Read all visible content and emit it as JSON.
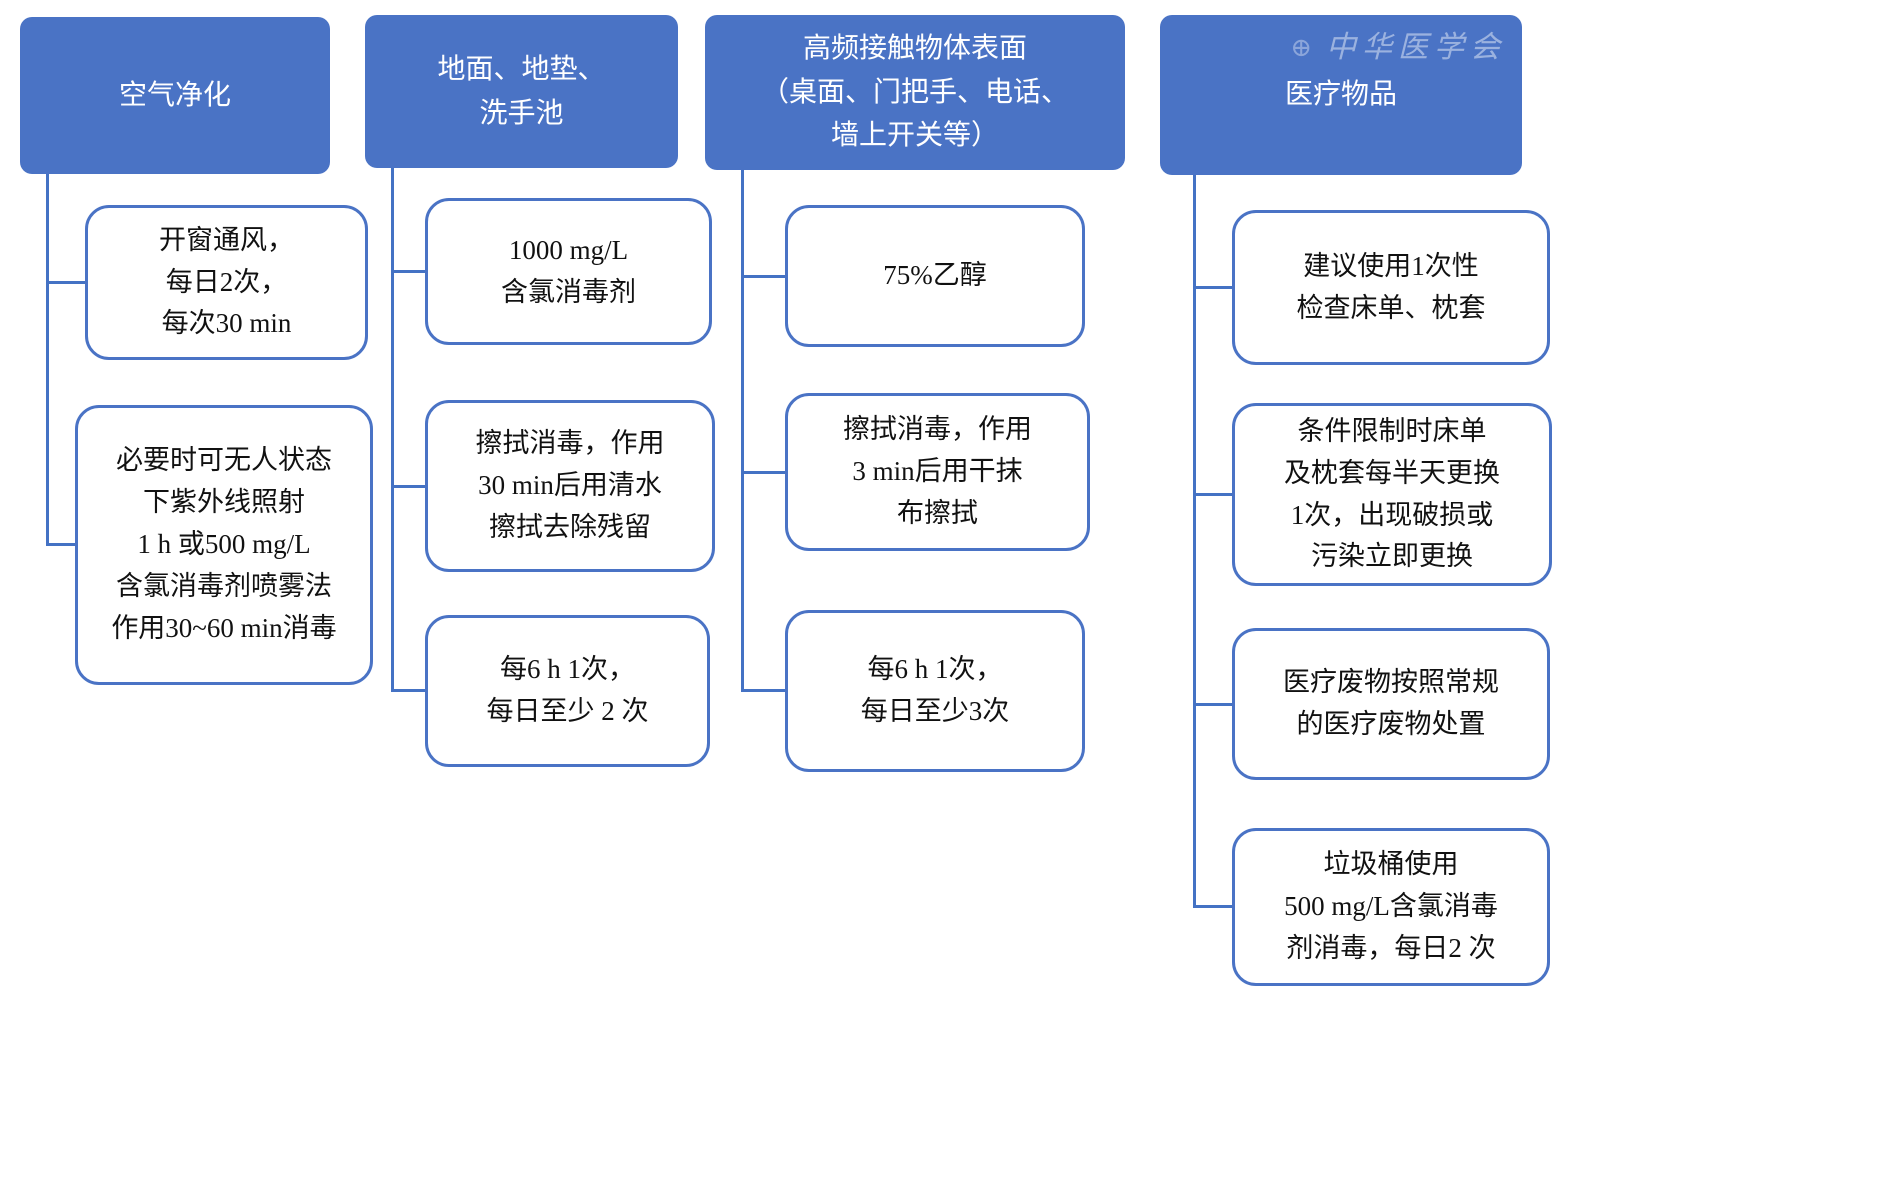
{
  "diagram": {
    "watermark": "中华医学会",
    "colors": {
      "header_bg": "#4a73c5",
      "box_border": "#4a73c5",
      "line": "#4472c4",
      "header_text": "#ffffff",
      "body_text": "#111111"
    },
    "columns": [
      {
        "header": "空气净化",
        "items": [
          "开窗通风，\n每日2次，\n每次30 min",
          "必要时可无人状态\n下紫外线照射\n1 h 或500 mg/L\n含氯消毒剂喷雾法\n作用30~60 min消毒"
        ]
      },
      {
        "header": "地面、地垫、\n洗手池",
        "items": [
          "1000 mg/L\n含氯消毒剂",
          "擦拭消毒，作用\n30 min后用清水\n擦拭去除残留",
          "每6 h 1次，\n每日至少 2 次"
        ]
      },
      {
        "header": "高频接触物体表面\n（桌面、门把手、电话、\n墙上开关等）",
        "items": [
          "75%乙醇",
          "擦拭消毒，作用\n3 min后用干抹\n布擦拭",
          "每6 h 1次，\n每日至少3次"
        ]
      },
      {
        "header": "医疗物品",
        "items": [
          "建议使用1次性\n检查床单、枕套",
          "条件限制时床单\n及枕套每半天更换\n1次，出现破损或\n污染立即更换",
          "医疗废物按照常规\n的医疗废物处置",
          "垃圾桶使用\n500 mg/L含氯消毒\n剂消毒，每日2 次"
        ]
      }
    ]
  }
}
